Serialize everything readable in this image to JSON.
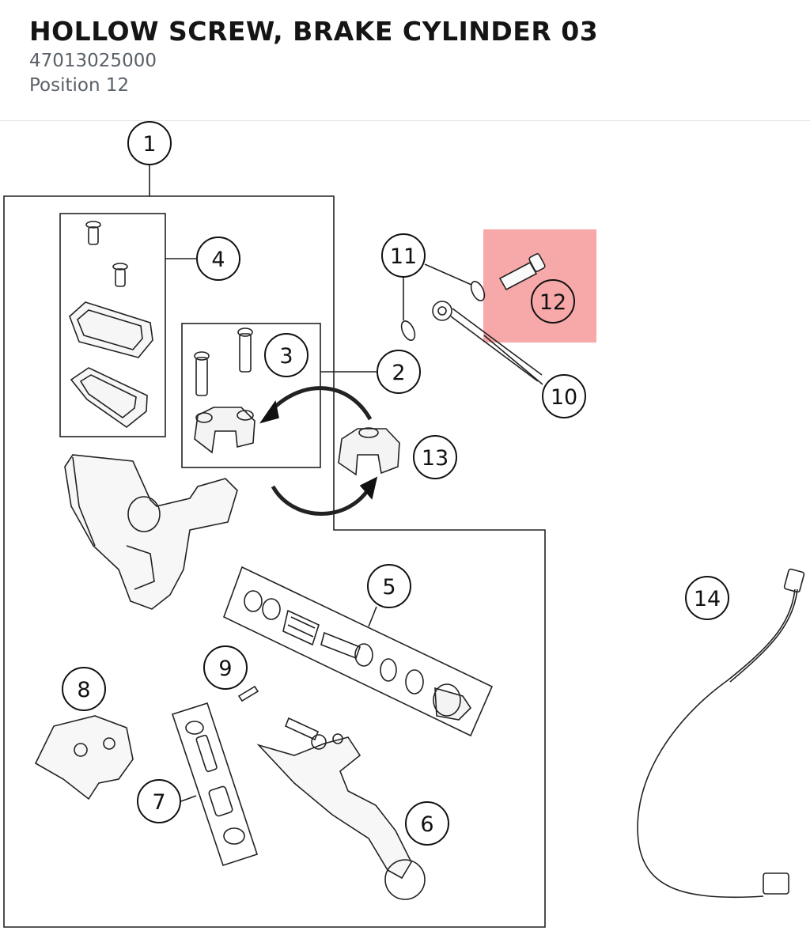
{
  "header": {
    "title": "HOLLOW SCREW, BRAKE CYLINDER 03",
    "part_number": "47013025000",
    "position": "Position 12"
  },
  "diagram": {
    "highlight_color": "#f7a8a8",
    "selected_position": "12",
    "callouts": [
      {
        "id": "1",
        "label": "1"
      },
      {
        "id": "2",
        "label": "2"
      },
      {
        "id": "3",
        "label": "3"
      },
      {
        "id": "4",
        "label": "4"
      },
      {
        "id": "5",
        "label": "5"
      },
      {
        "id": "6",
        "label": "6"
      },
      {
        "id": "7",
        "label": "7"
      },
      {
        "id": "8",
        "label": "8"
      },
      {
        "id": "9",
        "label": "9"
      },
      {
        "id": "10",
        "label": "10"
      },
      {
        "id": "11",
        "label": "11"
      },
      {
        "id": "12",
        "label": "12"
      },
      {
        "id": "13",
        "label": "13"
      },
      {
        "id": "14",
        "label": "14"
      }
    ]
  }
}
